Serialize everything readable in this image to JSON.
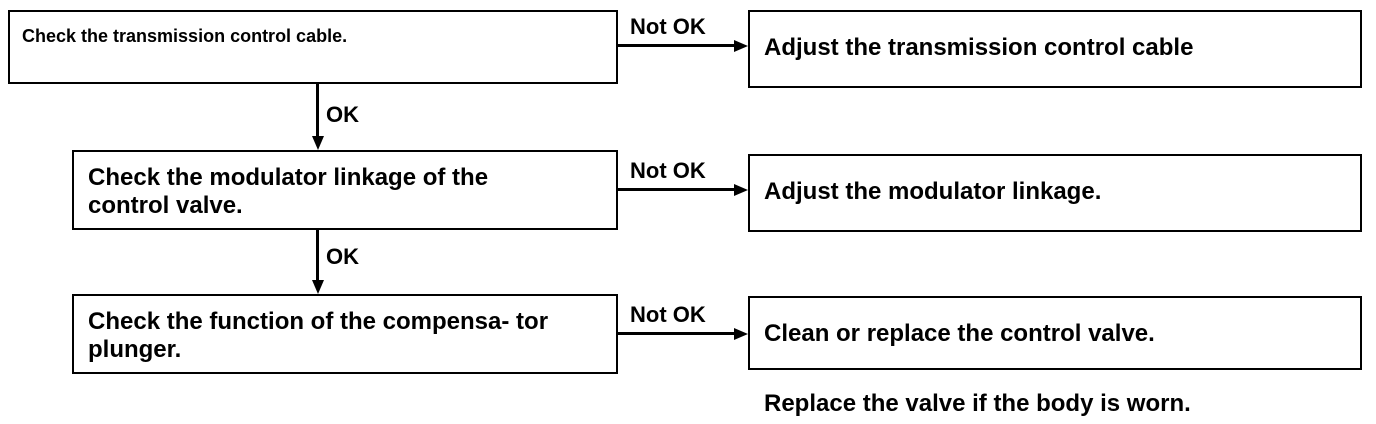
{
  "flowchart": {
    "steps": [
      {
        "text": "Check the transmission control cable."
      },
      {
        "text": "Check the modulator linkage of the control valve."
      },
      {
        "text": "Check the function of the compensa- tor plunger."
      }
    ],
    "actions": [
      {
        "text": "Adjust the transmission control cable"
      },
      {
        "text": "Adjust the modulator linkage."
      },
      {
        "text": "Clean or replace the control valve."
      }
    ],
    "not_ok_label": "Not OK",
    "ok_label": "OK",
    "note": "Replace the valve if the body is worn."
  }
}
